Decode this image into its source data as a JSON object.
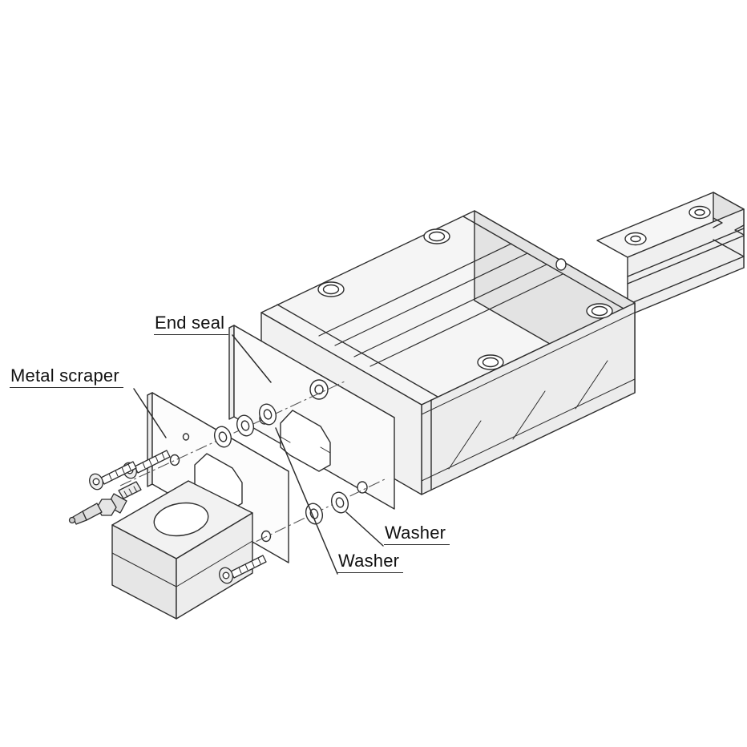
{
  "diagram": {
    "labels": {
      "end_seal": "End seal",
      "metal_scraper": "Metal scraper",
      "washer_1": "Washer",
      "washer_2": "Washer"
    },
    "colors": {
      "background": "#ffffff",
      "line": "#2e2e2e",
      "label_text": "#111111",
      "face_light": "#f5f5f5",
      "face_medium": "#ececec",
      "face_dark": "#e0e0e0"
    }
  }
}
